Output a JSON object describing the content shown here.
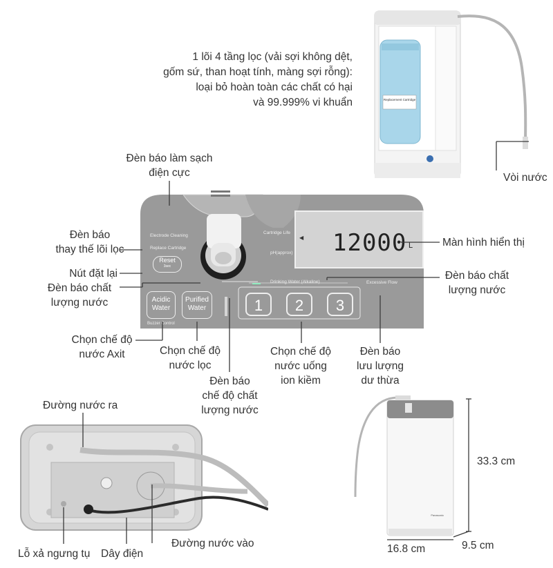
{
  "filter_note": {
    "lines": [
      "1 lõi 4 tầng lọc (vải sợi không dệt,",
      "gốm sứ, than hoạt tính, màng sợi rỗng):",
      "loại bỏ hoàn toàn các chất có hại",
      "và 99.999% vi khuẩn"
    ]
  },
  "labels": {
    "faucet": "Vòi nước",
    "electrode_clean_1": "Đèn báo làm sạch",
    "electrode_clean_2": "điện cực",
    "cartridge_replace_1": "Đèn báo",
    "cartridge_replace_2": "thay thế lõi lọc",
    "reset_button": "Nút đặt lại",
    "quality_left_1": "Đèn báo chất",
    "quality_left_2": "lượng nước",
    "display": "Màn hình hiển thị",
    "quality_right_1": "Đèn báo chất",
    "quality_right_2": "lượng nước",
    "acid_mode_1": "Chọn chế độ",
    "acid_mode_2": "nước Axit",
    "purified_mode_1": "Chọn chế độ",
    "purified_mode_2": "nước lọc",
    "mode_light_1": "Đèn báo",
    "mode_light_2": "chế độ chất",
    "mode_light_3": "lượng nước",
    "alkaline_mode_1": "Chọn chế độ",
    "alkaline_mode_2": "nước uống",
    "alkaline_mode_3": "ion kiềm",
    "excess_flow_1": "Đèn báo",
    "excess_flow_2": "lưu lượng",
    "excess_flow_3": "dư thừa",
    "water_out": "Đường nước ra",
    "water_in": "Đường nước vào",
    "drain": "Lỗ xả ngưng tụ",
    "power_cord": "Dây điện"
  },
  "panel": {
    "electrode_cleaning": "Electrode Cleaning",
    "replace_cartridge": "Replace Cartridge",
    "reset_label": "Reset",
    "reset_sub": "3sec",
    "cartridge_life": "Cartridge Life",
    "ph_approx": "pH(approx)",
    "display_value": "12000",
    "display_unit": "L",
    "drinking_water": "Drinking Water (Alkaline)",
    "excessive_flow": "Excessive Flow",
    "acidic_1": "Acidic",
    "acidic_2": "Water",
    "purified_1": "Purified",
    "purified_2": "Water",
    "level_1": "1",
    "level_2": "2",
    "level_3": "3",
    "buzzer": "Buzzer Control"
  },
  "dimensions": {
    "height": "33.3 cm",
    "width": "16.8 cm",
    "depth": "9.5 cm"
  },
  "device": {
    "cartridge_text": "Replacement Cartridge",
    "brand": "Panasonic"
  },
  "colors": {
    "panel_gray": "#9a9a9a",
    "cartridge_blue": "#a9d6ea",
    "indicator_green": "#8ff0c0"
  }
}
